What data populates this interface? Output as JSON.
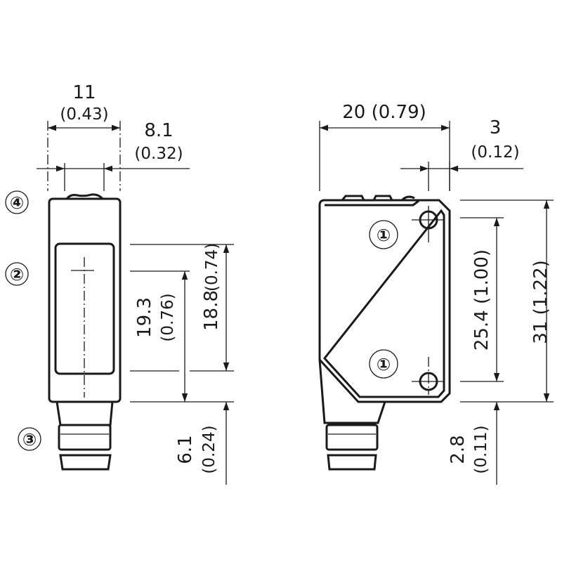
{
  "side_view": {
    "width_mm": "11",
    "width_in": "(0.43)",
    "offset_mm": "8.1",
    "offset_in": "(0.32)",
    "window_mm": "19.3",
    "window_in": "(0.76)",
    "axis_mm": "18.8",
    "axis_in": "(0.74)",
    "connector_mm": "6.1",
    "connector_in": "(0.24)",
    "labels": [
      "④",
      "②",
      "③"
    ]
  },
  "front_view": {
    "width": "20 (0.79)",
    "hole_offset_mm": "3",
    "hole_offset_in": "(0.12)",
    "hole_spacing": "25.4 (1.00)",
    "height": "31 (1.22)",
    "bottom_mm": "2.8",
    "bottom_in": "(0.11)",
    "labels": [
      "①",
      "①"
    ]
  }
}
